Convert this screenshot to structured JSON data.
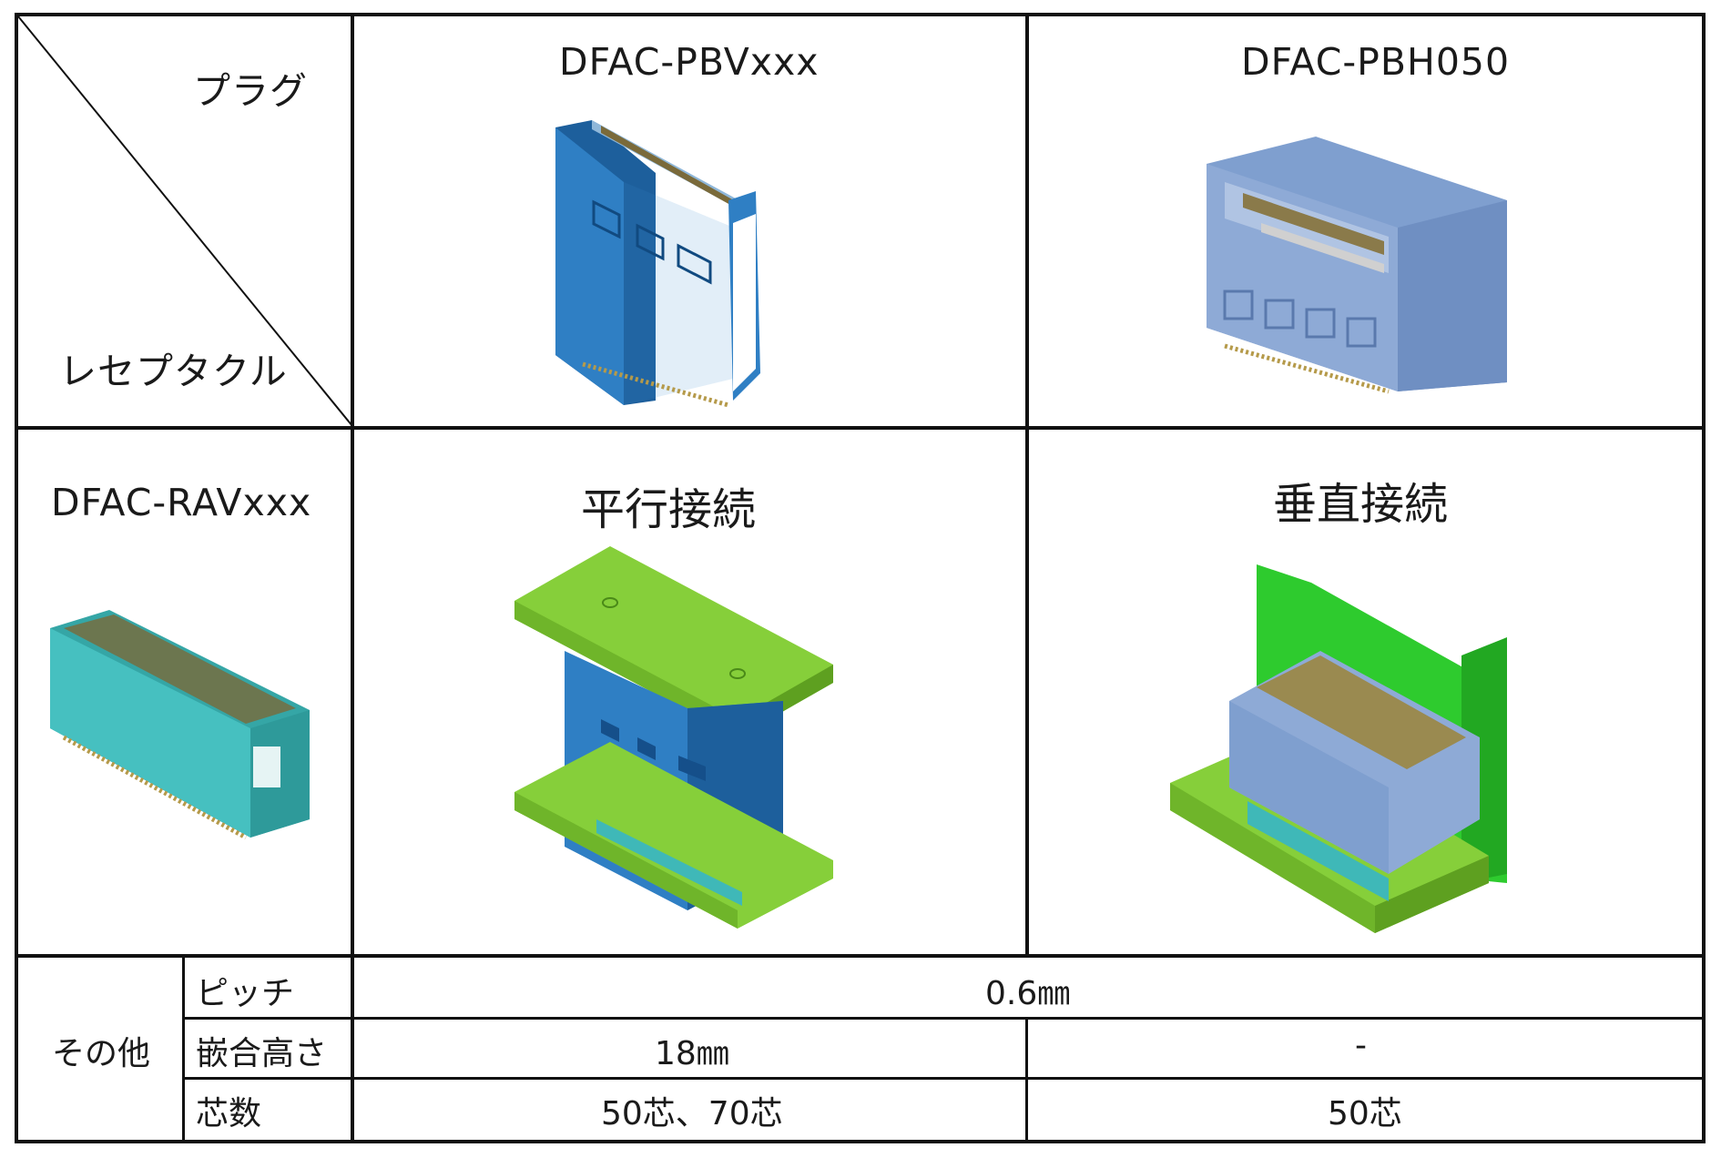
{
  "corner": {
    "plug_label": "プラグ",
    "receptacle_label": "レセプタクル"
  },
  "columns": [
    {
      "plug_name": "DFAC-PBVxxx"
    },
    {
      "plug_name": "DFAC-PBH050"
    }
  ],
  "receptacle": {
    "name": "DFAC-RAVxxx"
  },
  "connections": [
    {
      "label": "平行接続"
    },
    {
      "label": "垂直接続"
    }
  ],
  "specs": {
    "group_label": "その他",
    "rows": [
      {
        "label": "ピッチ",
        "values": [
          "0.6㎜"
        ]
      },
      {
        "label": "嵌合高さ",
        "values": [
          "18㎜",
          "-"
        ]
      },
      {
        "label": "芯数",
        "values": [
          "50芯、70芯",
          "50芯"
        ]
      }
    ]
  },
  "colors": {
    "plug_blue": "#2f7fc4",
    "plug_blue_dark": "#1d5f9c",
    "plug_h_blue": "#8eaad6",
    "receptacle_teal": "#3fb8b8",
    "board_green": "#86cf3a",
    "board_green_bright": "#2ecb2e",
    "pin_gold": "#b59a4a"
  }
}
